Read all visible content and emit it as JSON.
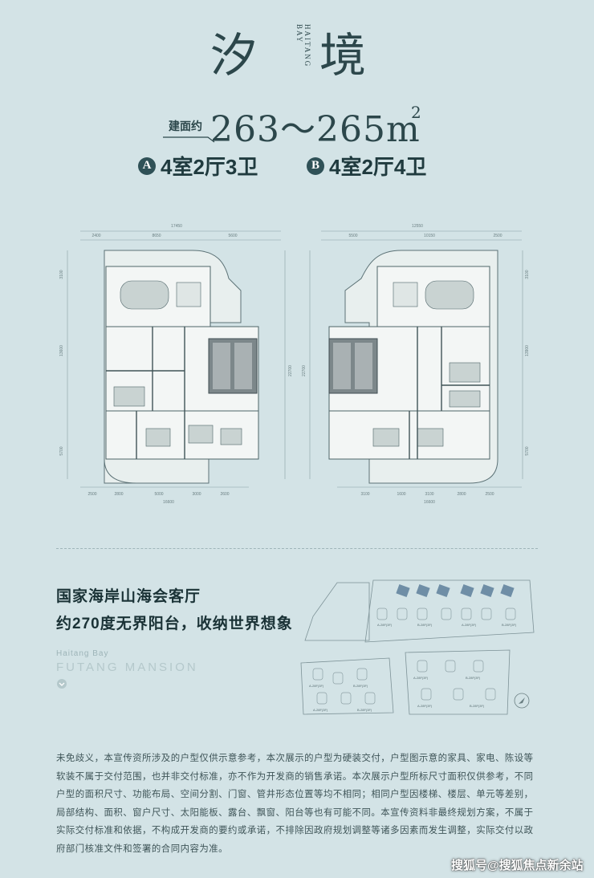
{
  "header": {
    "title_char_1": "汐",
    "title_char_2": "境",
    "vertical_en": "HAITANG BAY",
    "area_label": "建面约",
    "area_value": "263～265m",
    "area_sup": "2",
    "type_a_badge": "A",
    "type_a_text": "4室2厅3卫",
    "type_b_badge": "B",
    "type_b_text": "4室2厅4卫"
  },
  "plan_a": {
    "dim_top_total": "17450",
    "dim_top": [
      "2400",
      "8650",
      "5600"
    ],
    "dim_bottom": [
      "2500",
      "2800",
      "5000",
      "3000",
      "2600"
    ],
    "dim_bottom_total": "16600",
    "dim_left": [
      "3100",
      "13600",
      "5700"
    ],
    "dim_right_total": "22700"
  },
  "plan_b": {
    "dim_top_total": "12550",
    "dim_top": [
      "5500",
      "10150",
      "2500"
    ],
    "dim_bottom": [
      "3100",
      "1600",
      "3100",
      "2800",
      "2500"
    ],
    "dim_bottom_total": "16600",
    "dim_left_total": "22700",
    "dim_right": [
      "3100",
      "13900",
      "5700"
    ]
  },
  "feature": {
    "line1": "国家海岸山海会客厅",
    "line2": "约270度无界阳台，收纳世界想象",
    "en_small": "Haitang Bay",
    "en_big": "FUTANG MANSION"
  },
  "siteplan": {
    "units": [
      "A-28F(3F)",
      "B-28F(3F)",
      "A-28F(3F)",
      "B-28F(3F)",
      "A-28F(3F)",
      "B-28F(3F)",
      "A-28F(3F)",
      "B-28F(3F)",
      "A-28F(3F)",
      "B-28F(3F)",
      "A-28F(3F)",
      "B-28F(3F)"
    ]
  },
  "disclaimer": "未免歧义，本宣传资所涉及的户型仅供示意参考，本次展示的户型为硬装交付，户型图示意的家具、家电、陈设等软装不属于交付范围，也并非交付标准，亦不作为开发商的销售承诺。本次展示户型所标尺寸面积仅供参考，不同户型的面积尺寸、功能布局、空间分割、门窗、管井形态位置等均不相同；相同户型因楼梯、楼层、单元等差别，局部结构、面积、窗户尺寸、太阳能板、露台、飘窗、阳台等也有可能不同。本宣传资料非最终规划方案，不属于实际交付标准和依据，不构成开发商的要约或承诺，不排除因政府规划调整等诸多因素而发生调整，实际交付以政府部门核准文件和签署的合同内容为准。",
  "watermark": "搜狐号@搜狐焦点新余站"
}
